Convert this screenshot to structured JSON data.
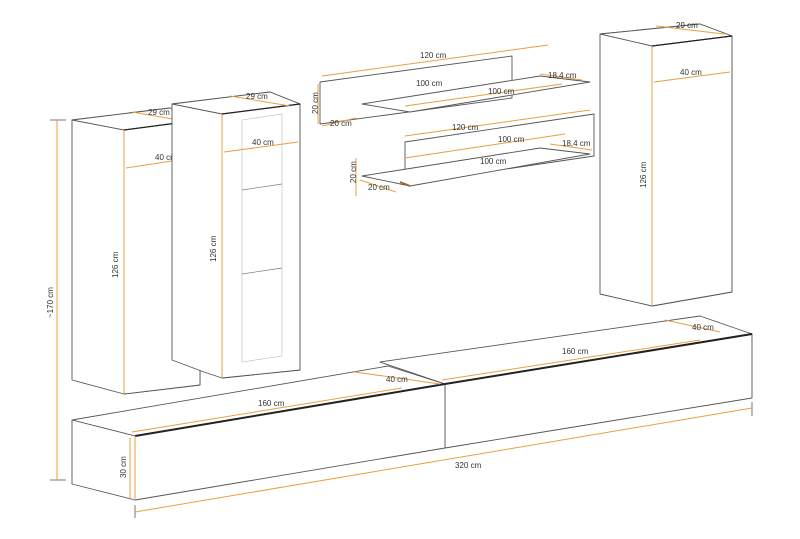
{
  "colors": {
    "dimension": "#e8a040",
    "outline": "#555555",
    "front_edge": "#222222",
    "background": "#ffffff"
  },
  "cabinet_left": {
    "depth": "29 cm",
    "width": "40 cm",
    "height": "126 cm"
  },
  "cabinet_glass": {
    "depth": "29 cm",
    "width": "40 cm",
    "height": "126 cm"
  },
  "cabinet_right": {
    "depth": "29 cm",
    "width": "40 cm",
    "height": "126 cm"
  },
  "shelf_top": {
    "length": "120 cm",
    "inner": "100 cm",
    "inner2": "100 cm",
    "depth": "18,4 cm",
    "height": "20 cm",
    "height_depth": "20 cm"
  },
  "shelf_bottom": {
    "length": "120 cm",
    "inner": "100 cm",
    "inner2": "100 cm",
    "depth": "18,4 cm",
    "height": "20 cm",
    "height_depth": "20 cm"
  },
  "tv_left": {
    "length": "160 cm",
    "depth": "40 cm",
    "height": "30 cm"
  },
  "tv_right": {
    "length": "160 cm",
    "depth": "40 cm"
  },
  "overall": {
    "height": "~170 cm",
    "length": "320 cm"
  }
}
